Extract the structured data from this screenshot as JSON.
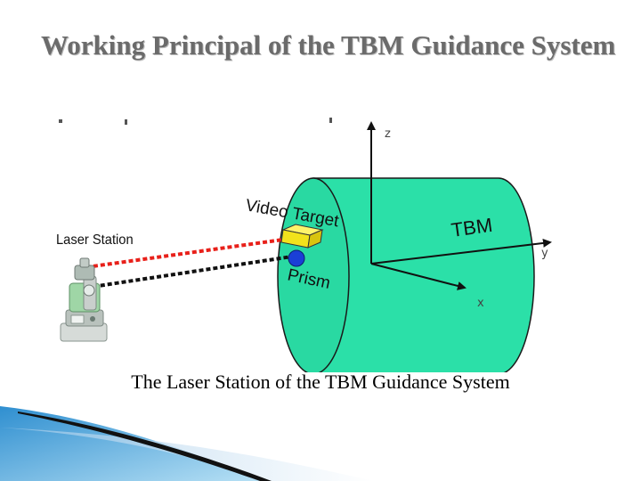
{
  "slide": {
    "title": "Working Principal of the TBM Guidance System",
    "caption": "The Laser Station of the TBM Guidance System"
  },
  "diagram": {
    "labels": {
      "laser_station": "Laser Station",
      "video_target": "Video Target",
      "prism": "Prism",
      "tbm": "TBM",
      "axis_z": "z",
      "axis_y": "y",
      "axis_x": "x"
    },
    "colors": {
      "tbm_body": "#2be0a8",
      "tbm_outline": "#1a1a1a",
      "laser_beam": "#e8201a",
      "guide_beam": "#111111",
      "video_target": "#f2e21c",
      "prism": "#1a3fd6",
      "footer_blue": "#3aa0d8"
    }
  }
}
